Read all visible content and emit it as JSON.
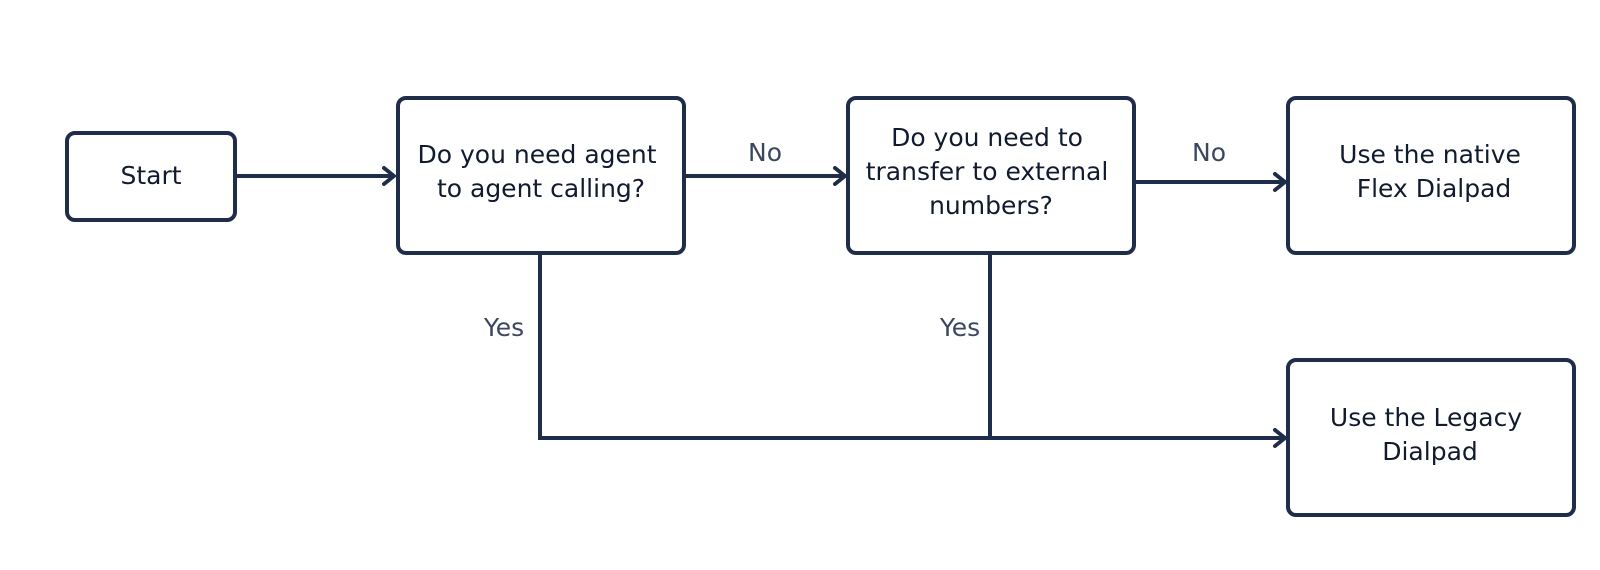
{
  "colors": {
    "ink": "#1f2d4a",
    "label_ink": "#3b4761",
    "node_fill": "#ffffff"
  },
  "nodes": {
    "start": {
      "lines": [
        "Start"
      ]
    },
    "q_agent_calling": {
      "lines": [
        "Do you need agent",
        "to agent calling?"
      ]
    },
    "q_external": {
      "lines": [
        "Do you need to",
        "transfer to external",
        "numbers?"
      ]
    },
    "native_dialpad": {
      "lines": [
        "Use the native",
        "Flex Dialpad"
      ]
    },
    "legacy_dialpad": {
      "lines": [
        "Use the Legacy",
        "Dialpad"
      ]
    }
  },
  "edges": {
    "no_1": "No",
    "no_2": "No",
    "yes_1": "Yes",
    "yes_2": "Yes"
  }
}
